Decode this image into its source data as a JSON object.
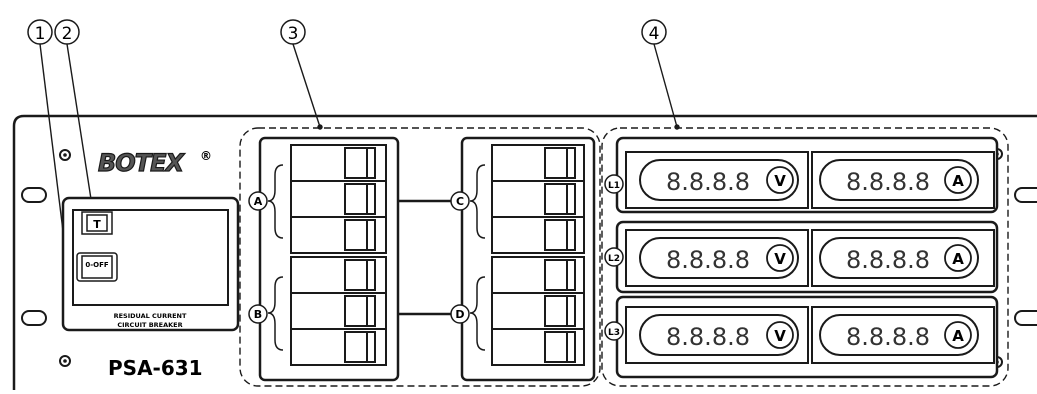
{
  "callouts": [
    "1",
    "2",
    "3",
    "4"
  ],
  "brand": "BOTEX",
  "brand_mark": "®",
  "model": "PSA-631",
  "rcd": {
    "test_button": "T",
    "switch_label": "0-OFF",
    "caption_line1": "RESIDUAL CURRENT",
    "caption_line2": "CIRCUIT BREAKER"
  },
  "breaker_groups": [
    "A",
    "B",
    "C",
    "D"
  ],
  "lines": [
    "L1",
    "L2",
    "L3"
  ],
  "meters": {
    "display": "8.8.8.8",
    "volt_unit": "V",
    "amp_unit": "A"
  },
  "colors": {
    "ink": "#1a1a1a",
    "panel": "#ffffff",
    "display": "#333333"
  }
}
